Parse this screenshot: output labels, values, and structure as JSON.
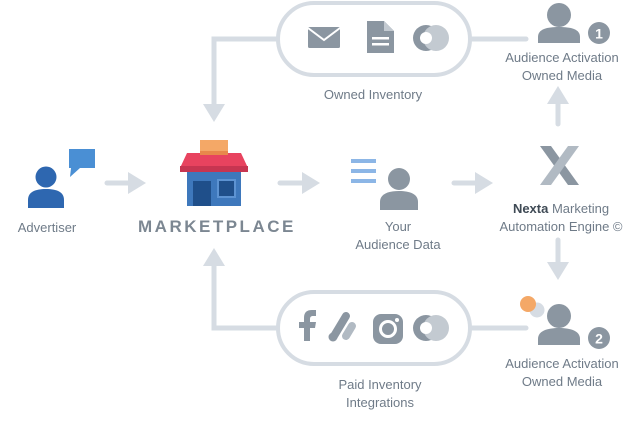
{
  "advertiser": {
    "label": "Advertiser"
  },
  "marketplace": {
    "label": "MARKETPLACE"
  },
  "audience_data": {
    "line1": "Your",
    "line2": "Audience Data"
  },
  "engine": {
    "brand": "Nexta",
    "line1_rest": " Marketing",
    "line2": "Automation Engine ©"
  },
  "owned_inventory": {
    "label": "Owned Inventory",
    "icons": [
      "mail-icon",
      "document-icon",
      "overlapping-circles-icon"
    ]
  },
  "paid_inventory": {
    "line1": "Paid Inventory",
    "line2": "Integrations",
    "icons": [
      "facebook-icon",
      "adwords-icon",
      "instagram-icon",
      "overlapping-circles-icon"
    ]
  },
  "activation_1": {
    "line1": "Audience Activation",
    "line2": "Owned Media",
    "badge": "1"
  },
  "activation_2": {
    "line1": "Audience Activation",
    "line2": "Owned Media",
    "badge": "2"
  },
  "colors": {
    "arrow": "#d6dce3",
    "icon_grey": "#8b96a1",
    "advertiser_blue": "#2e67b0",
    "chat_blue": "#4a8fd4",
    "store_red": "#e8435f",
    "store_orange": "#f4a867",
    "store_blue": "#3e78bc",
    "data_blue": "#8cb6e6"
  }
}
